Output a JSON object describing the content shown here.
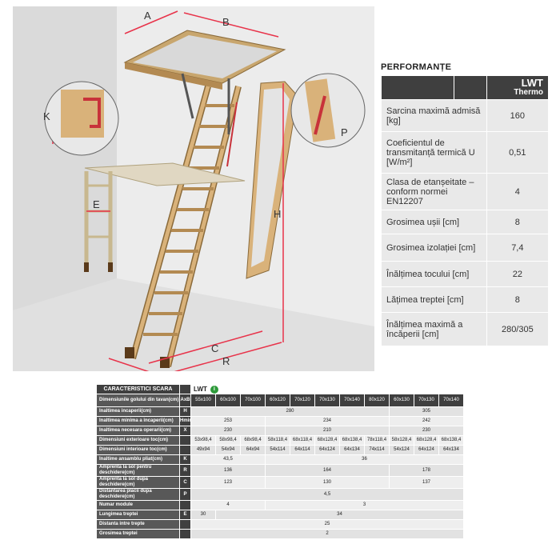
{
  "illustration": {
    "labels": {
      "a": "A",
      "b": "B",
      "k": "K",
      "p": "P",
      "e": "E",
      "h": "H",
      "c": "C",
      "r": "R"
    },
    "colors": {
      "accent": "#e8334a",
      "wood": "#d9b27a",
      "bg": "#e6e6e6"
    }
  },
  "performance": {
    "title": "PERFORMANȚE",
    "header": {
      "line1": "LWT",
      "line2": "Thermo"
    },
    "rows": [
      {
        "label": "Sarcina maximă admisă [kg]",
        "value": "160"
      },
      {
        "label": "Coeficientul de transmitanță termică U [W/m²]",
        "value": "0,51"
      },
      {
        "label": "Clasa de etanșeitate – conform normei EN12207",
        "value": "4"
      },
      {
        "label": "Grosimea ușii [cm]",
        "value": "8"
      },
      {
        "label": "Grosimea izolației [cm]",
        "value": "7,4"
      },
      {
        "label": "Înălțimea tocului [cm]",
        "value": "22"
      },
      {
        "label": "Lățimea treptei [cm]",
        "value": "8"
      },
      {
        "label": "Înălțimea maximă a încăperii [cm]",
        "value": "280/305"
      }
    ]
  },
  "specs": {
    "title": "CARACTERISTICI SCARA",
    "model": "LWT",
    "info_icon": "i",
    "header_label": "Dimensiunile golului din tavan(cm)",
    "header_sym": "AxB",
    "sizes": [
      "55x100",
      "60x100",
      "70x100",
      "60x120",
      "70x120",
      "70x130",
      "70x140",
      "80x120",
      "60x130",
      "70x130",
      "70x140"
    ],
    "rows": [
      {
        "label": "Inaltimea incaperii(cm)",
        "sym": "H",
        "cells": [
          [
            "280",
            8
          ],
          [
            "305",
            3
          ]
        ]
      },
      {
        "label": "Inaltimea minima a incaperii(cm)",
        "sym": "Hmin",
        "cells": [
          [
            "253",
            3
          ],
          [
            "234",
            5
          ],
          [
            "242",
            3
          ]
        ]
      },
      {
        "label": "Inaltimea necesara operarii(cm)",
        "sym": "X",
        "cells": [
          [
            "230",
            3
          ],
          [
            "210",
            5
          ],
          [
            "230",
            3
          ]
        ]
      },
      {
        "label": "Dimensiuni exterioare toc(cm)",
        "sym": "",
        "cells": [
          [
            "53x98,4",
            1
          ],
          [
            "58x98,4",
            1
          ],
          [
            "68x98,4",
            1
          ],
          [
            "58x118,4",
            1
          ],
          [
            "68x118,4",
            1
          ],
          [
            "68x128,4",
            1
          ],
          [
            "68x138,4",
            1
          ],
          [
            "78x118,4",
            1
          ],
          [
            "58x128,4",
            1
          ],
          [
            "68x128,4",
            1
          ],
          [
            "68x138,4",
            1
          ]
        ]
      },
      {
        "label": "Dimensiuni interioare toc(cm)",
        "sym": "",
        "cells": [
          [
            "49x94",
            1
          ],
          [
            "54x94",
            1
          ],
          [
            "64x94",
            1
          ],
          [
            "54x114",
            1
          ],
          [
            "64x114",
            1
          ],
          [
            "64x124",
            1
          ],
          [
            "64x134",
            1
          ],
          [
            "74x114",
            1
          ],
          [
            "54x124",
            1
          ],
          [
            "64x124",
            1
          ],
          [
            "64x134",
            1
          ]
        ]
      },
      {
        "label": "Inaltime ansamblu pliat(cm)",
        "sym": "K",
        "cells": [
          [
            "43,5",
            3
          ],
          [
            "36",
            8
          ]
        ]
      },
      {
        "label": "Amprenta la sol pentru deschidere(cm)",
        "sym": "R",
        "cells": [
          [
            "136",
            3
          ],
          [
            "164",
            5
          ],
          [
            "178",
            3
          ]
        ]
      },
      {
        "label": "Amprenta la sol dupa deschidere(cm)",
        "sym": "C",
        "cells": [
          [
            "123",
            3
          ],
          [
            "130",
            5
          ],
          [
            "137",
            3
          ]
        ]
      },
      {
        "label": "Distantarea placii dupa deschidere(cm)",
        "sym": "P",
        "cells": [
          [
            "4,5",
            11
          ]
        ]
      },
      {
        "label": "Numar module",
        "sym": "",
        "cells": [
          [
            "4",
            3
          ],
          [
            "3",
            8
          ]
        ]
      },
      {
        "label": "Lungimea treptei",
        "sym": "E",
        "cells": [
          [
            "30",
            1
          ],
          [
            "34",
            10
          ]
        ]
      },
      {
        "label": "Distanta intre trepte",
        "sym": "",
        "cells": [
          [
            "25",
            11
          ]
        ]
      },
      {
        "label": "Grosimea treptei",
        "sym": "",
        "cells": [
          [
            "2",
            11
          ]
        ]
      }
    ]
  }
}
